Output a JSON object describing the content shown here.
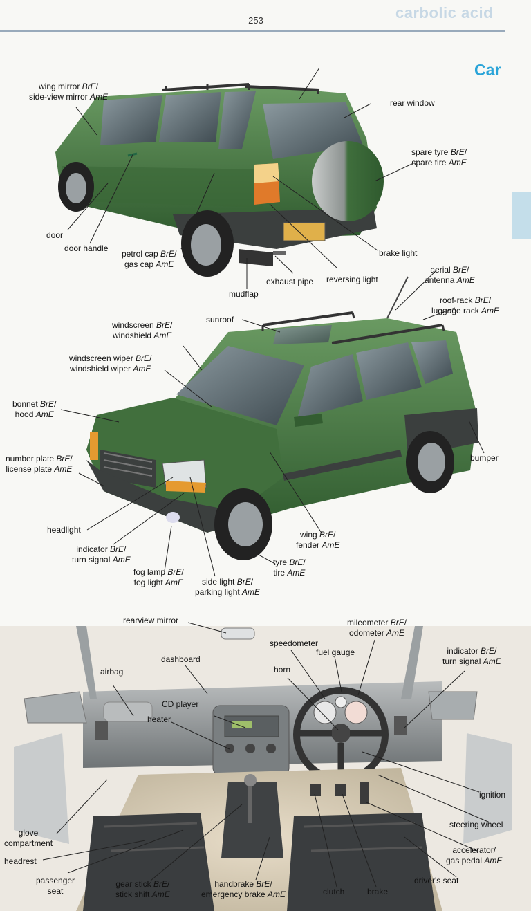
{
  "page_number": "253",
  "header_word": "carbolic acid",
  "title": "Car",
  "labels": {
    "wing_mirror": [
      "wing mirror BrE/",
      "side-view mirror AmE"
    ],
    "rear_window": [
      "rear window"
    ],
    "spare_tyre": [
      "spare tyre BrE/",
      "spare tire AmE"
    ],
    "door": [
      "door"
    ],
    "door_handle": [
      "door handle"
    ],
    "petrol_cap": [
      "petrol cap BrE/",
      "gas cap AmE"
    ],
    "brake_light": [
      "brake light"
    ],
    "exhaust_pipe": [
      "exhaust pipe"
    ],
    "reversing_light": [
      "reversing light"
    ],
    "mudflap": [
      "mudflap"
    ],
    "aerial": [
      "aerial BrE/",
      "antenna AmE"
    ],
    "roof_rack": [
      "roof-rack BrE/",
      "luggage rack AmE"
    ],
    "sunroof": [
      "sunroof"
    ],
    "windscreen": [
      "windscreen BrE/",
      "windshield AmE"
    ],
    "windscreen_wiper": [
      "windscreen wiper BrE/",
      "windshield wiper AmE"
    ],
    "bonnet": [
      "bonnet BrE/",
      "hood AmE"
    ],
    "bumper": [
      "bumper"
    ],
    "number_plate": [
      "number plate BrE/",
      "license plate AmE"
    ],
    "headlight": [
      "headlight"
    ],
    "indicator_front": [
      "indicator BrE/",
      "turn signal AmE"
    ],
    "wing": [
      "wing BrE/",
      "fender AmE"
    ],
    "tyre": [
      "tyre BrE/",
      "tire AmE"
    ],
    "fog_lamp": [
      "fog lamp BrE/",
      "fog light AmE"
    ],
    "side_light": [
      "side light BrE/",
      "parking light AmE"
    ],
    "rearview_mirror": [
      "rearview mirror"
    ],
    "speedometer": [
      "speedometer"
    ],
    "mileometer": [
      "mileometer BrE/",
      "odometer AmE"
    ],
    "dashboard": [
      "dashboard"
    ],
    "fuel_gauge": [
      "fuel gauge"
    ],
    "indicator_inside": [
      "indicator BrE/",
      "turn signal AmE"
    ],
    "airbag": [
      "airbag"
    ],
    "horn": [
      "horn"
    ],
    "cd_player": [
      "CD player"
    ],
    "heater": [
      "heater"
    ],
    "ignition": [
      "ignition"
    ],
    "steering_wheel": [
      "steering wheel"
    ],
    "glove_compartment": [
      "glove",
      "compartment"
    ],
    "accelerator": [
      "accelerator/",
      "gas pedal AmE"
    ],
    "headrest": [
      "headrest"
    ],
    "drivers_seat": [
      "driver's seat"
    ],
    "passenger_seat": [
      "passenger",
      "seat"
    ],
    "gear_stick": [
      "gear stick BrE/",
      "stick shift AmE"
    ],
    "handbrake": [
      "handbrake BrE/",
      "emergency brake AmE"
    ],
    "clutch": [
      "clutch"
    ],
    "brake": [
      "brake"
    ]
  },
  "colors": {
    "body": "#3f6e3c",
    "body_dark": "#2b4f2a",
    "body_light": "#5e8e57",
    "trim": "#3b3f3e",
    "glass": "#4c5a5f",
    "accent": "#2aa4d8"
  }
}
